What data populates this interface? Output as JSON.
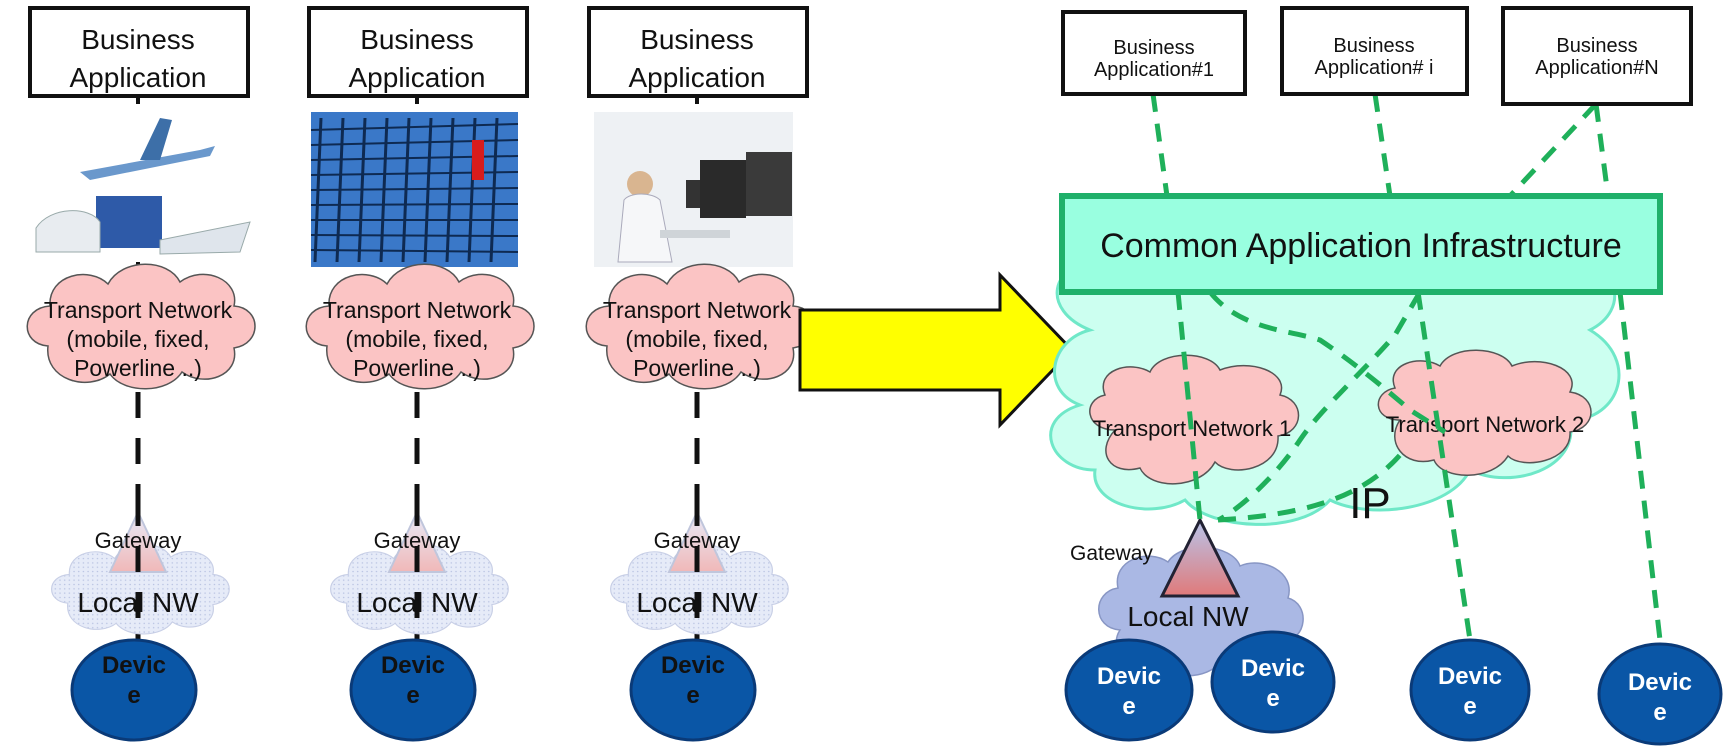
{
  "left": {
    "columns": [
      {
        "business_line1": "Business",
        "business_line2": "Application",
        "image": "transport-vehicles-image",
        "transport_line1": "Transport Network",
        "transport_line2": "(mobile, fixed,",
        "transport_line3": "Powerline ..)",
        "gateway": "Gateway",
        "local_nw": "Local NW",
        "device_line1": "Devic",
        "device_line2": "e"
      },
      {
        "business_line1": "Business",
        "business_line2": "Application",
        "image": "powerline-substation-image",
        "transport_line1": "Transport Network",
        "transport_line2": "(mobile, fixed,",
        "transport_line3": "Powerline ..)",
        "gateway": "Gateway",
        "local_nw": "Local NW",
        "device_line1": "Devic",
        "device_line2": "e"
      },
      {
        "business_line1": "Business",
        "business_line2": "Application",
        "image": "medical-workstation-image",
        "transport_line1": "Transport Network",
        "transport_line2": "(mobile, fixed,",
        "transport_line3": "Powerline ..)",
        "gateway": "Gateway",
        "local_nw": "Local NW",
        "device_line1": "Devic",
        "device_line2": "e"
      }
    ]
  },
  "arrow": {
    "color": "#ffff00",
    "icon": "right-arrow-icon"
  },
  "right": {
    "apps": [
      {
        "line1": "Business",
        "line2": "Application#1"
      },
      {
        "line1": "Business",
        "line2": "Application# i"
      },
      {
        "line1": "Business",
        "line2": "Application#N"
      }
    ],
    "infrastructure": "Common Application Infrastructure",
    "ip_label": "IP",
    "transport1": "Transport Network 1",
    "transport2": "Transport Network 2",
    "gateway": "Gateway",
    "local_nw": "Local NW",
    "devices": [
      {
        "line1": "Devic",
        "line2": "e"
      },
      {
        "line1": "Devic",
        "line2": "e"
      },
      {
        "line1": "Devic",
        "line2": "e"
      },
      {
        "line1": "Devic",
        "line2": "e"
      }
    ]
  },
  "colors": {
    "transport_cloud": "#fbc4c4",
    "ip_cloud": "#ccfff0",
    "ip_cloud_stroke": "#6fe8c8",
    "infrastructure_fill": "#99ffe0",
    "infrastructure_stroke": "#1fb06a",
    "device_fill": "#0a56a6",
    "device_stroke": "#0a3a78",
    "dashed_link": "#1fb05a",
    "local_nw_cloud": "#aab8e4"
  }
}
